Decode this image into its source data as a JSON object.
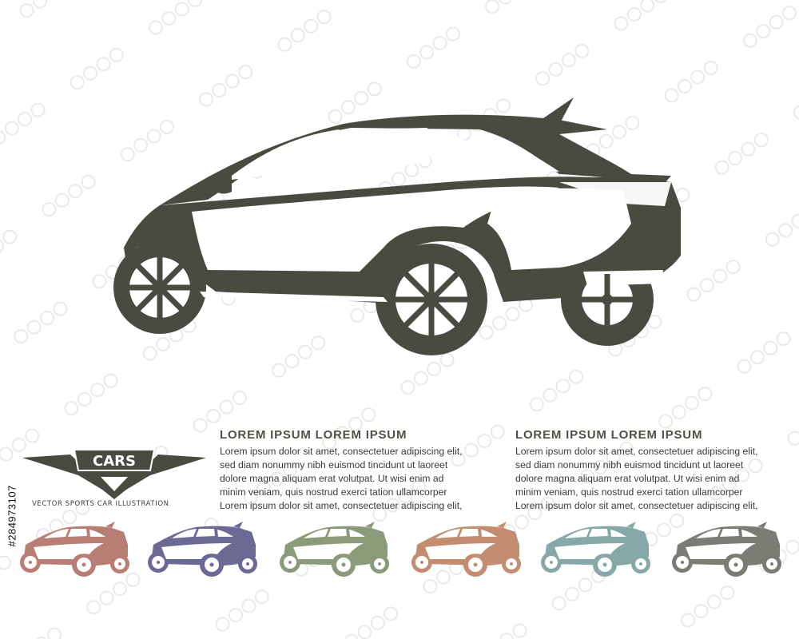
{
  "brand": {
    "badge_text": "CARS",
    "caption": "VECTOR SPORTS CAR ILLUSTRATION"
  },
  "text_blocks": [
    {
      "heading": "LOREM IPSUM  LOREM IPSUM",
      "lines": [
        "Lorem ipsum dolor sit amet, consectetuer adipiscing elit,",
        "sed diam nonummy nibh euismod tincidunt ut laoreet",
        "dolore magna aliquam erat volutpat. Ut wisi enim ad",
        "minim veniam, quis nostrud exerci tation ullamcorper",
        "Lorem ipsum dolor sit amet, consectetuer adipiscing elit,"
      ]
    },
    {
      "heading": "LOREM IPSUM  LOREM IPSUM",
      "lines": [
        "Lorem ipsum dolor sit amet, consectetuer adipiscing elit,",
        "sed diam nonummy nibh euismod tincidunt ut laoreet",
        "dolore magna aliquam erat volutpat. Ut wisi enim ad",
        "minim veniam, quis nostrud exerci tation ullamcorper",
        "Lorem ipsum dolor sit amet, consectetuer adipiscing elit,"
      ]
    }
  ],
  "stock_id": "#284973107",
  "colors": {
    "main_car": "#4a4b40",
    "variants": [
      "#b87d74",
      "#6b6a95",
      "#8b9a78",
      "#c28d70",
      "#86a8a8",
      "#7c7c74"
    ]
  }
}
